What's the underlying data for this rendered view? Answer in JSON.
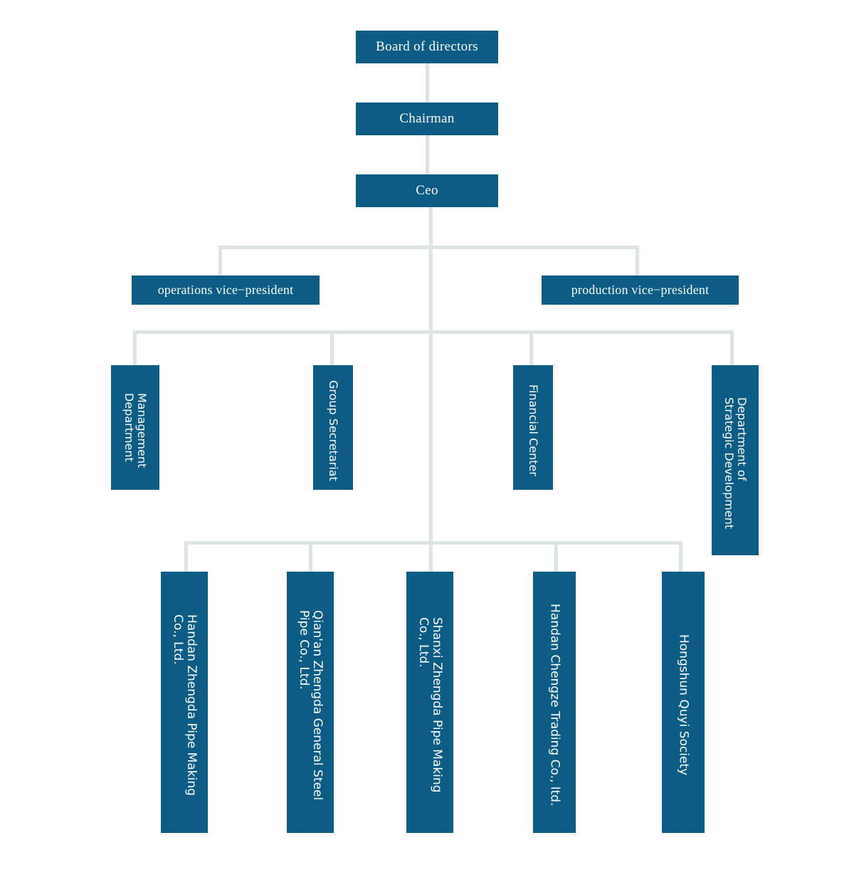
{
  "chart_title": "",
  "theme": {
    "box_fill": "#0d5c86",
    "box_text": "#ffffff",
    "connector": "#dde2e5",
    "background": "#ffffff"
  },
  "org_chart": {
    "type": "organizational-hierarchy",
    "levels": [
      {
        "level": 1,
        "orientation": "horizontal",
        "nodes": [
          {
            "id": "board",
            "label": "Board of directors"
          }
        ]
      },
      {
        "level": 2,
        "orientation": "horizontal",
        "nodes": [
          {
            "id": "chairman",
            "label": "Chairman"
          }
        ]
      },
      {
        "level": 3,
        "orientation": "horizontal",
        "nodes": [
          {
            "id": "ceo",
            "label": "Ceo"
          }
        ]
      },
      {
        "level": 4,
        "orientation": "horizontal",
        "nodes": [
          {
            "id": "ops-vp",
            "label": "operations vice−president"
          },
          {
            "id": "prod-vp",
            "label": "production vice−president"
          }
        ]
      },
      {
        "level": 5,
        "orientation": "vertical",
        "nodes": [
          {
            "id": "mgmt-dept",
            "label": "Management\nDepartment"
          },
          {
            "id": "group-secretariat",
            "label": "Group Secretariat"
          },
          {
            "id": "financial-center",
            "label": "Financial Center"
          },
          {
            "id": "strategic-dev",
            "label": "Department of\nStrategic Development"
          }
        ]
      },
      {
        "level": 6,
        "orientation": "vertical",
        "nodes": [
          {
            "id": "handan-zhengda",
            "label": "Handan Zhengda Pipe Making\nCo., Ltd."
          },
          {
            "id": "qianan-zhengda",
            "label": "Qian'an Zhengda General Steel\nPipe Co., Ltd."
          },
          {
            "id": "shanxi-zhengda",
            "label": "Shanxi Zhengda Pipe Making\nCo., Ltd."
          },
          {
            "id": "handan-chengze",
            "label": "Handan Chengze Trading Co., ltd."
          },
          {
            "id": "hongshun-quyi",
            "label": "Hongshun Quyi Society"
          }
        ]
      }
    ]
  }
}
